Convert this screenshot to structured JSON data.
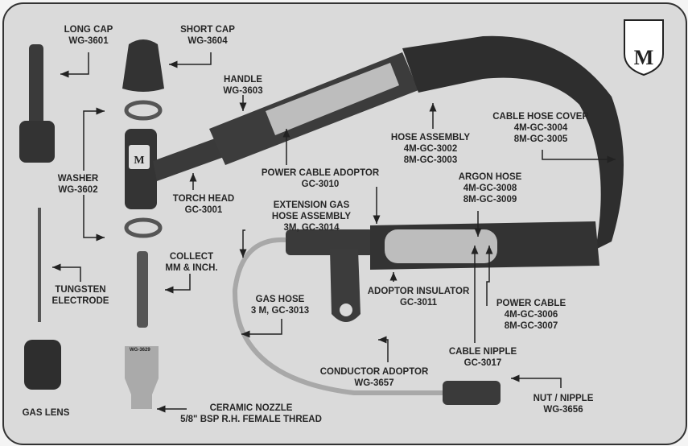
{
  "parts": {
    "long_cap": [
      "LONG CAP",
      "WG-3601"
    ],
    "short_cap": [
      "SHORT CAP",
      "WG-3604"
    ],
    "handle": [
      "HANDLE",
      "WG-3603"
    ],
    "washer": [
      "WASHER",
      "WG-3602"
    ],
    "torch_head": [
      "TORCH HEAD",
      "GC-3001"
    ],
    "power_cable_adoptor": [
      "POWER CABLE ADOPTOR",
      "GC-3010"
    ],
    "extension_gas_hose": [
      "EXTENSION GAS",
      "HOSE ASSEMBLY",
      "3M, GC-3014"
    ],
    "hose_assembly": [
      "HOSE ASSEMBLY",
      "4M-GC-3002",
      "8M-GC-3003"
    ],
    "cable_hose_cover": [
      "CABLE HOSE COVER",
      "4M-GC-3004",
      "8M-GC-3005"
    ],
    "argon_hose": [
      "ARGON HOSE",
      "4M-GC-3008",
      "8M-GC-3009"
    ],
    "tungsten_electrode": [
      "TUNGSTEN",
      "ELECTRODE"
    ],
    "collect": [
      "COLLECT",
      "MM & INCH."
    ],
    "gas_hose": [
      "GAS HOSE",
      "3 M, GC-3013"
    ],
    "adoptor_insulator": [
      "ADOPTOR INSULATOR",
      "GC-3011"
    ],
    "power_cable": [
      "POWER CABLE",
      "4M-GC-3006",
      "8M-GC-3007"
    ],
    "cable_nipple": [
      "CABLE NIPPLE",
      "GC-3017"
    ],
    "conductor_adoptor": [
      "CONDUCTOR ADOPTOR",
      "WG-3657"
    ],
    "nut_nipple": [
      "NUT / NIPPLE",
      "WG-3656"
    ],
    "gas_lens": [
      "GAS LENS"
    ],
    "ceramic_nozzle": [
      "CERAMIC NOZZLE",
      "5/8\" BSP R.H. FEMALE THREAD"
    ]
  },
  "nozzle_marking": "WG-3629",
  "logo": {
    "letter": "M"
  },
  "colors": {
    "background": "#dadada",
    "part": "#3a3a3a",
    "text": "#262626"
  }
}
